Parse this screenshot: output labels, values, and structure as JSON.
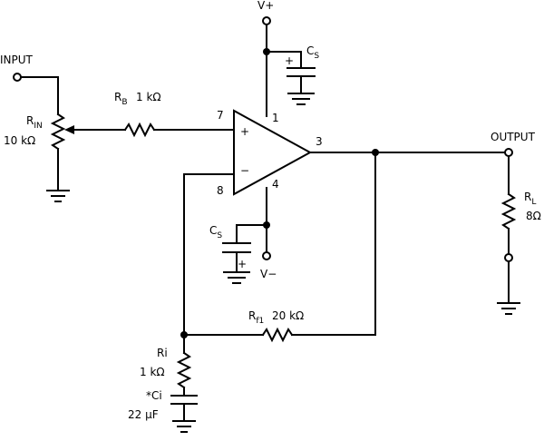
{
  "supply_pos": "V+",
  "supply_neg": "V−",
  "input_label": "INPUT",
  "output_label": "OUTPUT",
  "rin": {
    "name": "R",
    "sub": "IN",
    "value": "10 kΩ"
  },
  "rb": {
    "name": "R",
    "sub": "B",
    "value": "1 kΩ"
  },
  "rl": {
    "name": "R",
    "sub": "L",
    "value": "8Ω"
  },
  "rf1": {
    "name": "R",
    "sub": "f1",
    "value": "20 kΩ"
  },
  "ri": {
    "name": "Ri",
    "value": "1 kΩ"
  },
  "ci": {
    "name": "*Ci",
    "value": "22 μF"
  },
  "cs_top": {
    "name": "C",
    "sub": "S"
  },
  "cs_bottom": {
    "name": "C",
    "sub": "S"
  },
  "opamp": {
    "plus": "+",
    "minus": "−"
  },
  "pins": {
    "p1": "1",
    "p3": "3",
    "p4": "4",
    "p7": "7",
    "p8": "8"
  },
  "polarity_plus": "+"
}
